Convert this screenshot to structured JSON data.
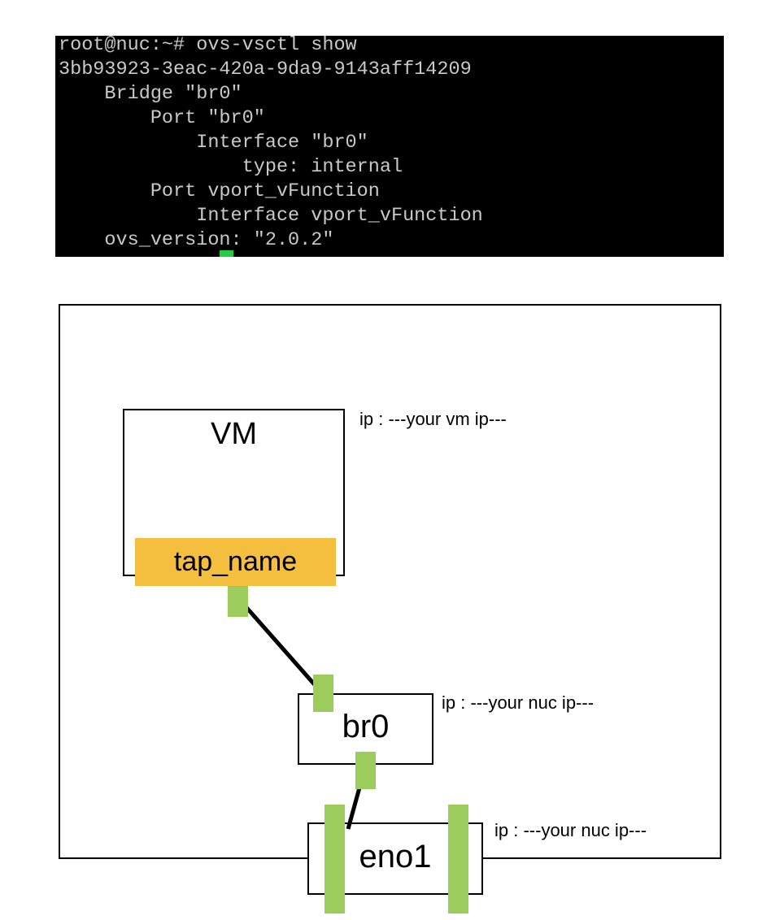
{
  "terminal": {
    "lines": [
      "root@nuc:~# ovs-vsctl show",
      "3bb93923-3eac-420a-9da9-9143aff14209",
      "    Bridge \"br0\"",
      "        Port \"br0\"",
      "            Interface \"br0\"",
      "                type: internal",
      "        Port vport_vFunction",
      "            Interface vport_vFunction",
      "    ovs_version: \"2.0.2\""
    ]
  },
  "diagram": {
    "vm": {
      "label": "VM",
      "ip_note": "ip : ---your vm ip---"
    },
    "tap": {
      "label": "tap_name"
    },
    "bridge": {
      "label": "br0",
      "ip_note": "ip : ---your nuc ip---"
    },
    "nic": {
      "label": "eno1",
      "ip_note": "ip : ---your nuc ip---"
    },
    "colors": {
      "port": "#9ccd5c",
      "tap": "#f4bf3f",
      "terminal_bg": "#000000",
      "terminal_text": "#c9c9c9",
      "cursor": "#22cc44"
    }
  }
}
